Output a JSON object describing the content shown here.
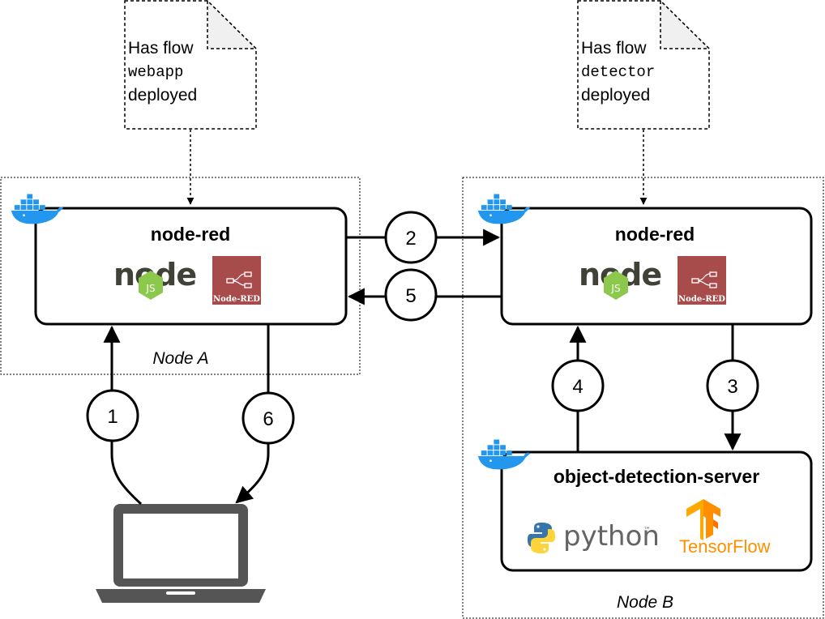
{
  "notes": {
    "left": {
      "line1": "Has flow",
      "flow": "webapp",
      "line3": "deployed"
    },
    "right": {
      "line1": "Has flow",
      "flow": "detector",
      "line3": "deployed"
    }
  },
  "nodes": {
    "a": {
      "label": "Node A"
    },
    "b": {
      "label": "Node B"
    }
  },
  "containers": {
    "nodered_a": {
      "title": "node-red"
    },
    "nodered_b": {
      "title": "node-red"
    },
    "ods": {
      "title": "object-detection-server"
    }
  },
  "logos": {
    "node_text": "node",
    "node_js_text": "JS",
    "nodered_text": "Node-RED",
    "python_text": "python",
    "python_tm": "™",
    "tensorflow_text": "TensorFlow"
  },
  "steps": [
    "1",
    "2",
    "3",
    "4",
    "5",
    "6"
  ],
  "colors": {
    "docker_blue": "#2396ed",
    "nodejs_green": "#8cc84b",
    "nodejs_gray": "#404137",
    "nodered_red": "#a84b4b",
    "python_blue": "#3776ab",
    "python_yellow": "#ffd43b",
    "tensorflow_orange": "#ff8f00",
    "laptop_gray": "#555555"
  },
  "icons": [
    "docker-whale-icon",
    "nodejs-logo-icon",
    "node-red-logo-icon",
    "python-logo-icon",
    "tensorflow-logo-icon",
    "laptop-icon"
  ]
}
